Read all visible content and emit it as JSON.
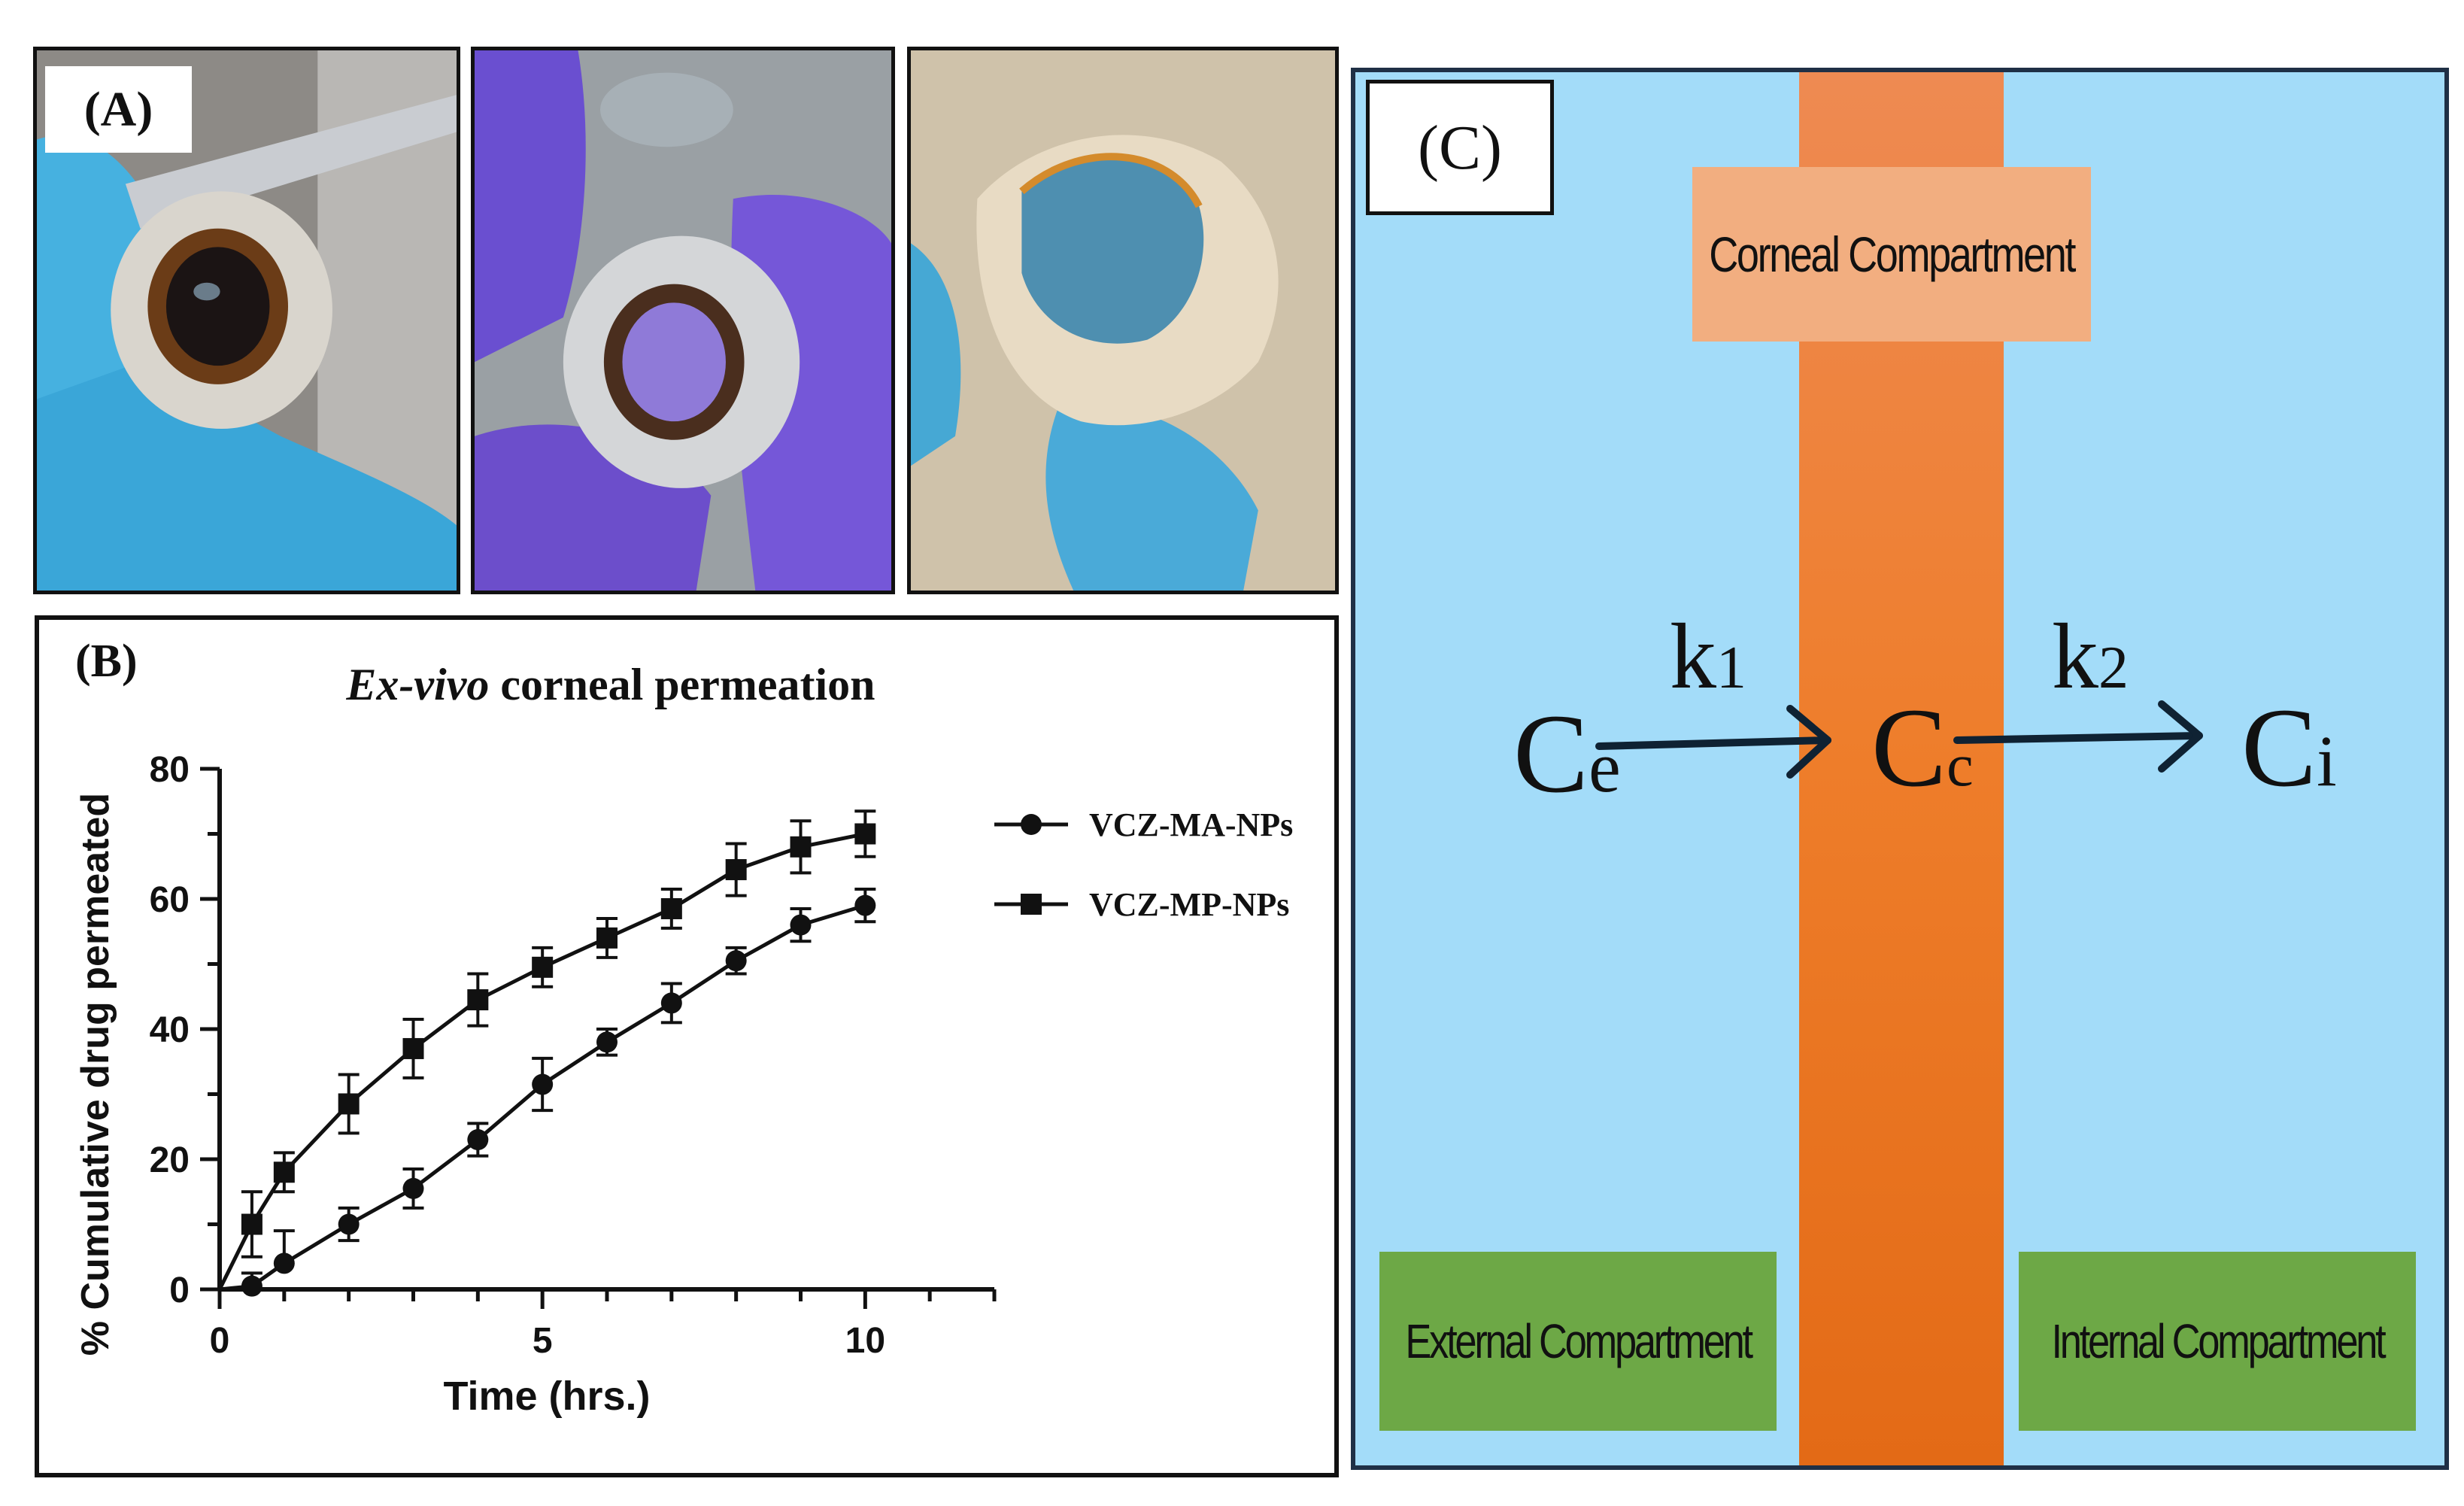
{
  "panel_a": {
    "label": "(A)",
    "photos": [
      {
        "icon": "eye-photo-forceps",
        "glove": "#3aa6d8"
      },
      {
        "icon": "eye-photo-purple-glove",
        "glove": "#7a55d8"
      },
      {
        "icon": "cornea-excised-photo",
        "glove": "#46a8d4"
      }
    ]
  },
  "panel_b": {
    "label": "(B)",
    "title_italic": "Ex-vivo",
    "title_rest": " corneal permeation",
    "chart_data": {
      "type": "line",
      "xlabel": "Time (hrs.)",
      "ylabel": "% Cumulative drug permeated",
      "xlim": [
        0,
        12
      ],
      "ylim": [
        0,
        80
      ],
      "xticks": [
        0,
        5,
        10
      ],
      "yticks": [
        0,
        20,
        40,
        60,
        80
      ],
      "legend_position": "right",
      "series": [
        {
          "name": "VCZ-MA-NPs",
          "marker": "circle",
          "x": [
            0,
            0.5,
            1,
            2,
            3,
            4,
            5,
            6,
            7,
            8,
            9,
            10
          ],
          "y": [
            0,
            0.5,
            4,
            10,
            15.5,
            23,
            31.5,
            38,
            44,
            50.5,
            56,
            59
          ],
          "err": [
            0,
            2,
            5,
            2.5,
            3,
            2.5,
            4,
            2,
            3,
            2,
            2.5,
            2.5
          ]
        },
        {
          "name": "VCZ-MP-NPs",
          "marker": "square",
          "x": [
            0,
            0.5,
            1,
            2,
            3,
            4,
            5,
            6,
            7,
            8,
            9,
            10
          ],
          "y": [
            0,
            10,
            18,
            28.5,
            37,
            44.5,
            49.5,
            54,
            58.5,
            64.5,
            68,
            70
          ],
          "err": [
            0,
            5,
            3,
            4.5,
            4.5,
            4,
            3,
            3,
            3,
            4,
            4,
            3.5
          ]
        }
      ]
    }
  },
  "panel_c": {
    "label": "(C)",
    "corneal": "Corneal Compartment",
    "external": "External Compartment",
    "internal": "Internal Compartment",
    "ce_main": "C",
    "ce_sub": "e",
    "cc_main": "C",
    "cc_sub": "c",
    "ci_main": "C",
    "ci_sub": "i",
    "k1_main": "k",
    "k1_sub": "1",
    "k2_main": "k",
    "k2_sub": "2",
    "colors": {
      "background": "#a3dcf9",
      "barrier": "#ee7d2a",
      "corneal_box": "#f2ae80",
      "compartment_box": "#6da846",
      "arrow": "#0f2233"
    }
  }
}
